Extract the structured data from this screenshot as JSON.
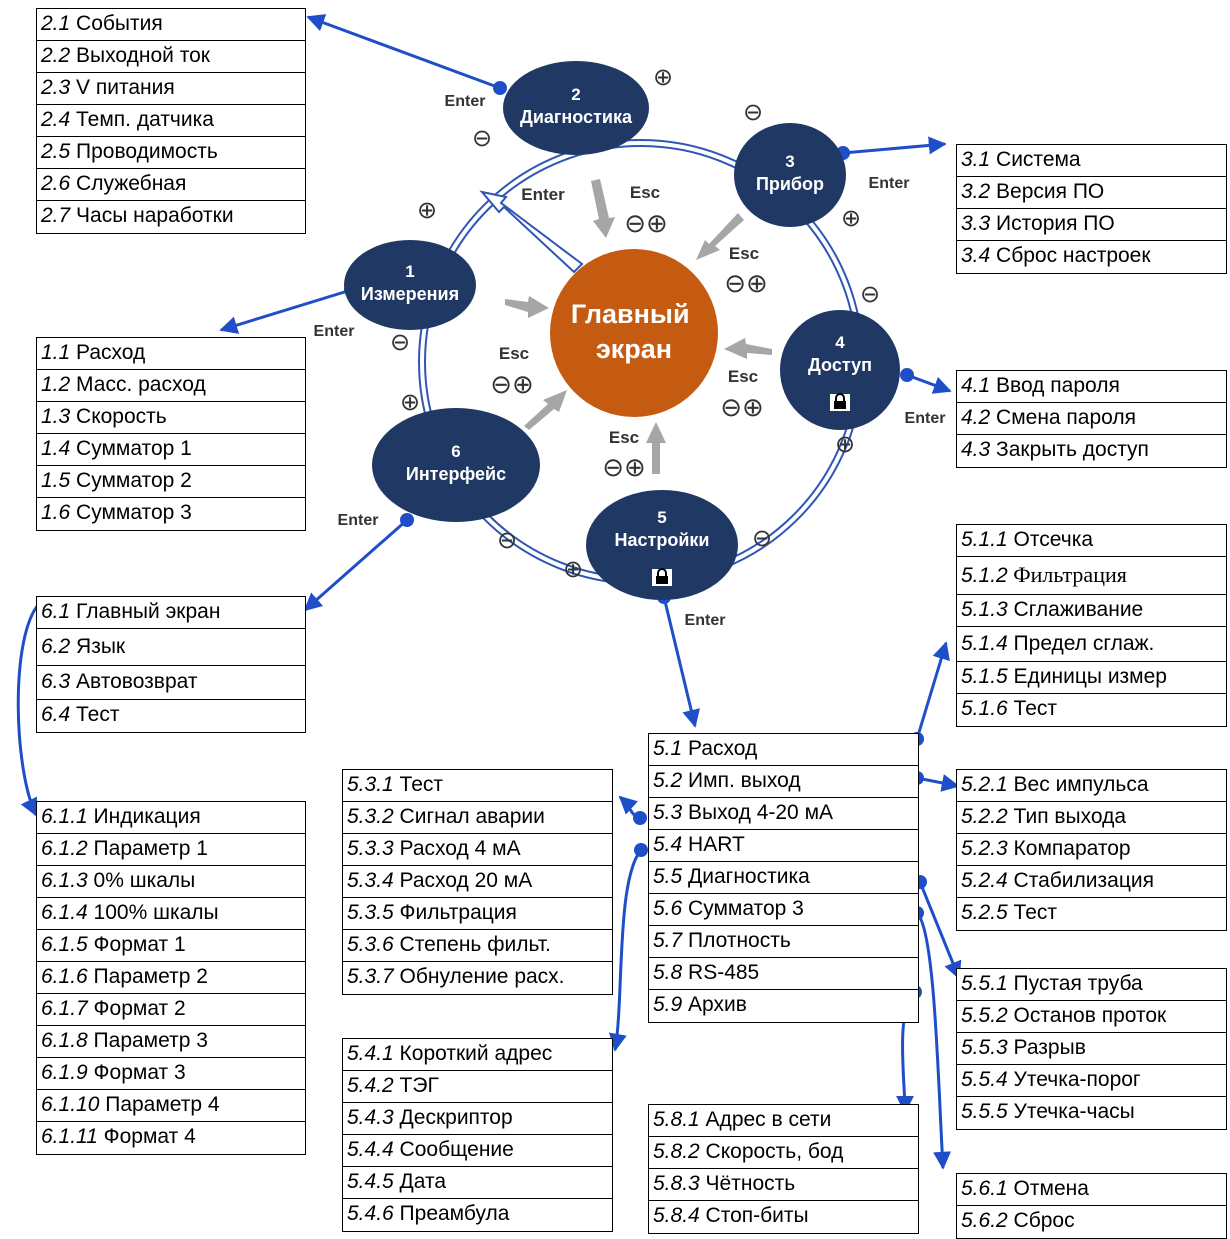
{
  "main_screen": "Главный\nэкран",
  "nodes": [
    {
      "id": "n1",
      "number": "1",
      "name": "Измерения",
      "locked": false
    },
    {
      "id": "n2",
      "number": "2",
      "name": "Диагностика",
      "locked": false
    },
    {
      "id": "n3",
      "number": "3",
      "name": "Прибор",
      "locked": false
    },
    {
      "id": "n4",
      "number": "4",
      "name": "Доступ",
      "locked": true
    },
    {
      "id": "n5",
      "number": "5",
      "name": "Настройки",
      "locked": true
    },
    {
      "id": "n6",
      "number": "6",
      "name": "Интерфейс",
      "locked": false
    }
  ],
  "labels": {
    "enter": "Enter",
    "esc": "Esc",
    "minus": "⊖",
    "plus": "⊕",
    "minus_plus": "⊖⊕"
  },
  "menus": [
    {
      "id": "m2",
      "items": [
        {
          "n": "2.1",
          "t": "События"
        },
        {
          "n": "2.2",
          "t": "Выходной ток"
        },
        {
          "n": "2.3",
          "t": "V питания"
        },
        {
          "n": "2.4",
          "t": "Темп. датчика"
        },
        {
          "n": "2.5",
          "t": "Проводимость"
        },
        {
          "n": "2.6",
          "t": "Служебная"
        },
        {
          "n": "2.7",
          "t": "Часы наработки"
        }
      ]
    },
    {
      "id": "m3",
      "items": [
        {
          "n": "3.1",
          "t": "Система"
        },
        {
          "n": "3.2",
          "t": "Версия ПО"
        },
        {
          "n": "3.3",
          "t": "История ПО"
        },
        {
          "n": "3.4",
          "t": "Сброс настроек"
        }
      ]
    },
    {
      "id": "m1",
      "items": [
        {
          "n": "1.1",
          "t": "Расход"
        },
        {
          "n": "1.2",
          "t": "Масс. расход"
        },
        {
          "n": "1.3",
          "t": "Скорость"
        },
        {
          "n": "1.4",
          "t": "Сумматор 1"
        },
        {
          "n": "1.5",
          "t": "Сумматор 2"
        },
        {
          "n": "1.6",
          "t": "Сумматор 3"
        }
      ]
    },
    {
      "id": "m4",
      "items": [
        {
          "n": "4.1",
          "t": "Ввод пароля"
        },
        {
          "n": "4.2",
          "t": "Смена пароля"
        },
        {
          "n": "4.3",
          "t": "Закрыть доступ"
        }
      ]
    },
    {
      "id": "m6",
      "items": [
        {
          "n": "6.1",
          "t": "Главный экран"
        },
        {
          "n": "6.2",
          "t": "Язык"
        },
        {
          "n": "6.3",
          "t": "Автовозврат"
        },
        {
          "n": "6.4",
          "t": "Тест"
        }
      ]
    },
    {
      "id": "m51",
      "items": [
        {
          "n": "5.1.1",
          "t": "Отсечка"
        },
        {
          "n": "5.1.2",
          "t": "Фильтрация",
          "serif": true
        },
        {
          "n": "5.1.3",
          "t": "Сглаживание"
        },
        {
          "n": "5.1.4",
          "t": "Предел сглаж."
        },
        {
          "n": "5.1.5",
          "t": "Единицы измер"
        },
        {
          "n": "5.1.6",
          "t": "Тест"
        }
      ]
    },
    {
      "id": "m5",
      "items": [
        {
          "n": "5.1",
          "t": "Расход"
        },
        {
          "n": "5.2",
          "t": "Имп. выход"
        },
        {
          "n": "5.3",
          "t": "Выход 4-20 мА"
        },
        {
          "n": "5.4",
          "t": "HART"
        },
        {
          "n": "5.5",
          "t": "Диагностика"
        },
        {
          "n": "5.6",
          "t": "Сумматор 3"
        },
        {
          "n": "5.7",
          "t": "Плотность"
        },
        {
          "n": "5.8",
          "t": "RS-485"
        },
        {
          "n": "5.9",
          "t": "Архив"
        }
      ]
    },
    {
      "id": "m53",
      "items": [
        {
          "n": "5.3.1",
          "t": "Тест"
        },
        {
          "n": "5.3.2",
          "t": "Сигнал аварии"
        },
        {
          "n": "5.3.3",
          "t": "Расход 4 мА"
        },
        {
          "n": "5.3.4",
          "t": "Расход 20 мА"
        },
        {
          "n": "5.3.5",
          "t": "Фильтрация"
        },
        {
          "n": "5.3.6",
          "t": "Степень фильт."
        },
        {
          "n": "5.3.7",
          "t": "Обнуление расх."
        }
      ]
    },
    {
      "id": "m52",
      "items": [
        {
          "n": "5.2.1",
          "t": "Вес импульса"
        },
        {
          "n": "5.2.2",
          "t": "Тип выхода"
        },
        {
          "n": "5.2.3",
          "t": "Компаратор"
        },
        {
          "n": "5.2.4",
          "t": "Стабилизация"
        },
        {
          "n": "5.2.5",
          "t": "Тест"
        }
      ]
    },
    {
      "id": "m611",
      "items": [
        {
          "n": "6.1.1",
          "t": "Индикация"
        },
        {
          "n": "6.1.2",
          "t": "Параметр 1"
        },
        {
          "n": "6.1.3",
          "t": "0% шкалы"
        },
        {
          "n": "6.1.4",
          "t": "100% шкалы"
        },
        {
          "n": "6.1.5",
          "t": "Формат 1"
        },
        {
          "n": "6.1.6",
          "t": "Параметр 2"
        },
        {
          "n": "6.1.7",
          "t": "Формат 2"
        },
        {
          "n": "6.1.8",
          "t": "Параметр 3"
        },
        {
          "n": "6.1.9",
          "t": "Формат 3"
        },
        {
          "n": "6.1.10",
          "t": "Параметр 4"
        },
        {
          "n": "6.1.11",
          "t": "Формат 4"
        }
      ]
    },
    {
      "id": "m55",
      "items": [
        {
          "n": "5.5.1",
          "t": "Пустая труба"
        },
        {
          "n": "5.5.2",
          "t": "Останов проток"
        },
        {
          "n": "5.5.3",
          "t": "Разрыв"
        },
        {
          "n": "5.5.4",
          "t": "Утечка-порог"
        },
        {
          "n": "5.5.5",
          "t": "Утечка-часы"
        }
      ]
    },
    {
      "id": "m54",
      "items": [
        {
          "n": "5.4.1",
          "t": "Короткий адрес"
        },
        {
          "n": "5.4.2",
          "t": "ТЭГ"
        },
        {
          "n": "5.4.3",
          "t": "Дескриптор"
        },
        {
          "n": "5.4.4",
          "t": "Сообщение"
        },
        {
          "n": "5.4.5",
          "t": "Дата"
        },
        {
          "n": "5.4.6",
          "t": "Преамбула"
        }
      ]
    },
    {
      "id": "m58",
      "items": [
        {
          "n": "5.8.1",
          "t": "Адрес в сети"
        },
        {
          "n": "5.8.2",
          "t": "Скорость, бод"
        },
        {
          "n": "5.8.3",
          "t": "Чётность"
        },
        {
          "n": "5.8.4",
          "t": "Стоп-биты"
        }
      ]
    },
    {
      "id": "m56",
      "items": [
        {
          "n": "5.6.1",
          "t": "Отмена"
        },
        {
          "n": "5.6.2",
          "t": "Сброс"
        }
      ]
    }
  ],
  "colors": {
    "node": "#1f3864",
    "main": "#c55a11",
    "arrow": "#1f4fc8",
    "gray_arrow": "#a6a6a6"
  }
}
